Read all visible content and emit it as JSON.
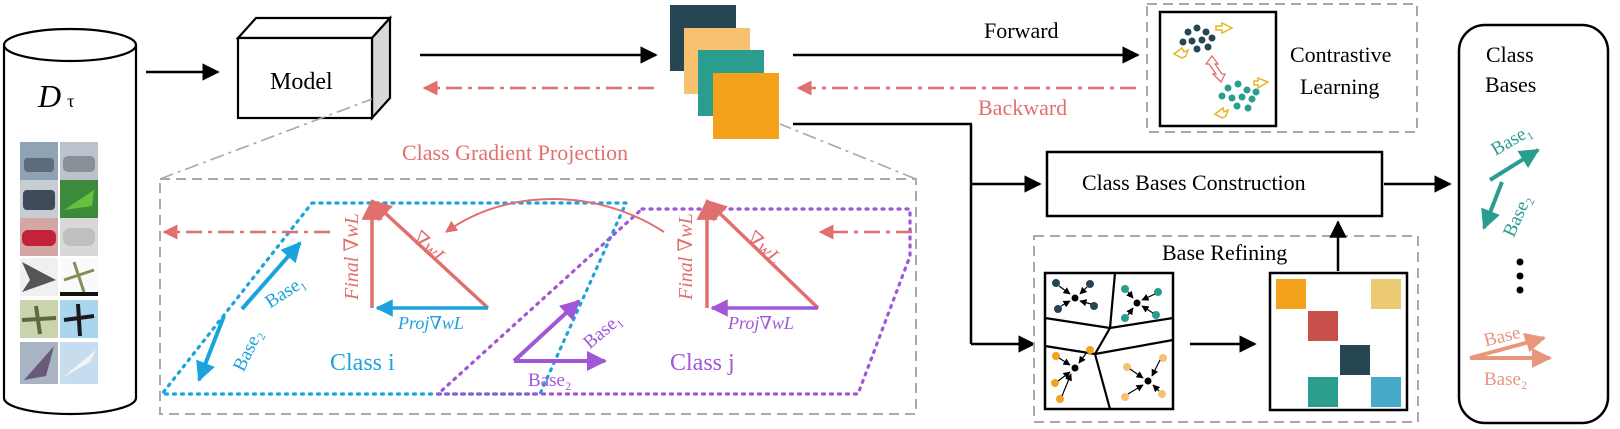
{
  "dataset": {
    "label": "D",
    "subscript": "τ"
  },
  "model": {
    "label": "Model"
  },
  "flows": {
    "forward": "Forward",
    "backward": "Backward",
    "projection": "Class Gradient Projection"
  },
  "contrastive": {
    "line1": "Contrastive",
    "line2": "Learning"
  },
  "construction": {
    "label": "Class Bases Construction"
  },
  "refining": {
    "label": "Base Refining"
  },
  "class_bases_panel": {
    "line1": "Class",
    "line2": "Bases",
    "base1": "Base₁",
    "base2": "Base₂"
  },
  "projection_panel": {
    "class_i": "Class i",
    "class_j": "Class j",
    "final_grad": "Final ∇wL",
    "grad": "∇wL",
    "proj": "Proj∇wL",
    "base1": "Base₁",
    "base2": "Base₂"
  },
  "colors": {
    "red": "#e0706e",
    "blue": "#1aa3dc",
    "purple": "#a057d6",
    "teal": "#2a9d8f",
    "navy": "#264653",
    "orange": "#f4a11c",
    "sand": "#f6c270",
    "salmon": "#e8977e"
  },
  "images": [
    "car-image-1",
    "car-image-2",
    "car-image-3",
    "car-image-4",
    "car-image-5",
    "car-image-6",
    "plane-image-1",
    "plane-image-2",
    "plane-image-3",
    "plane-image-4",
    "plane-image-5",
    "plane-image-6"
  ]
}
